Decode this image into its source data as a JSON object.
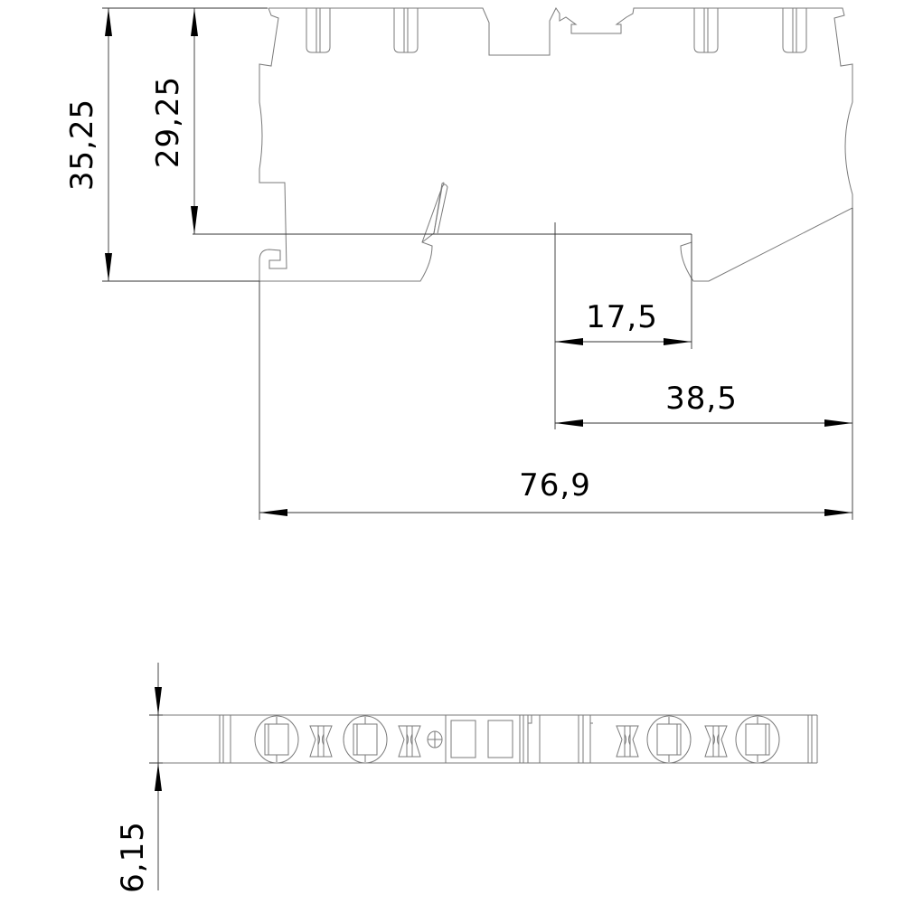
{
  "drawing": {
    "side_view": {
      "dimensions": {
        "overall_height": "35,25",
        "rail_height": "29,25",
        "offset_short": "17,5",
        "offset_long": "38,5",
        "overall_length": "76,9"
      }
    },
    "top_view": {
      "dimensions": {
        "width": "6,15"
      }
    },
    "line_color": "#7a7a7a",
    "dimension_color": "#000000"
  }
}
